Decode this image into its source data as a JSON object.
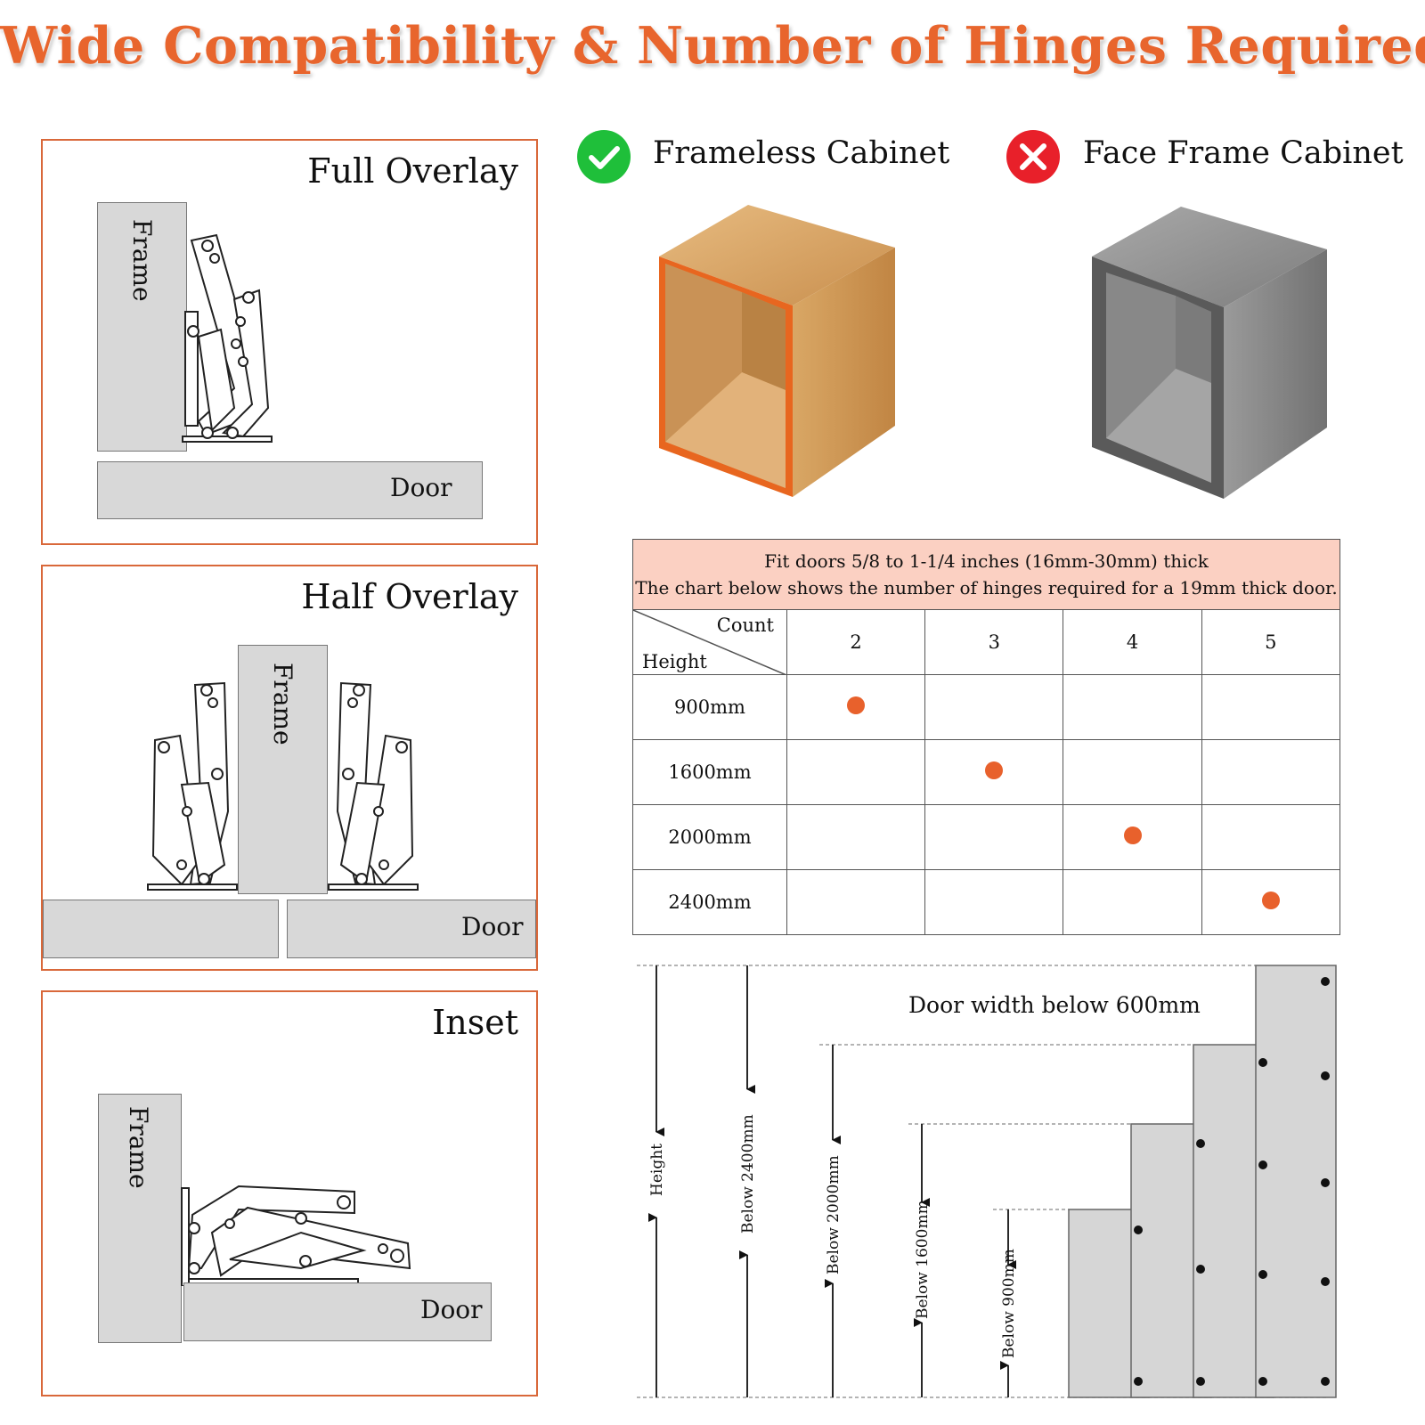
{
  "title": "Wide Compatibility & Number of Hinges Required",
  "panels": [
    {
      "label": "Full Overlay",
      "frame_label": "Frame",
      "door_label": "Door"
    },
    {
      "label": "Half Overlay",
      "frame_label": "Frame",
      "door_label": "Door"
    },
    {
      "label": "Inset",
      "frame_label": "Frame",
      "door_label": "Door"
    }
  ],
  "compatibility": {
    "frameless": {
      "label": "Frameless Cabinet",
      "status": "compatible",
      "icon": "check-icon",
      "color": "#1fbf3a"
    },
    "face_frame": {
      "label": "Face Frame Cabinet",
      "status": "not-compatible",
      "icon": "cross-icon",
      "color": "#e8202a"
    }
  },
  "hinge_table": {
    "note_line1": "Fit doors 5/8 to 1-1/4 inches (16mm-30mm) thick",
    "note_line2": "The chart below shows the number of hinges required for a 19mm thick door.",
    "corner_top": "Count",
    "corner_bottom": "Height",
    "counts": [
      "2",
      "3",
      "4",
      "5"
    ],
    "rows": [
      {
        "height": "900mm",
        "hinges": 2
      },
      {
        "height": "1600mm",
        "hinges": 3
      },
      {
        "height": "2000mm",
        "hinges": 4
      },
      {
        "height": "2400mm",
        "hinges": 5
      }
    ],
    "marker_color": "#e8612c"
  },
  "door_diagram": {
    "width_label": "Door width below 600mm",
    "height_label": "Height",
    "levels": [
      "Below 2400mm",
      "Below 2000mm",
      "Below 1600mm",
      "Below 900mm"
    ]
  }
}
